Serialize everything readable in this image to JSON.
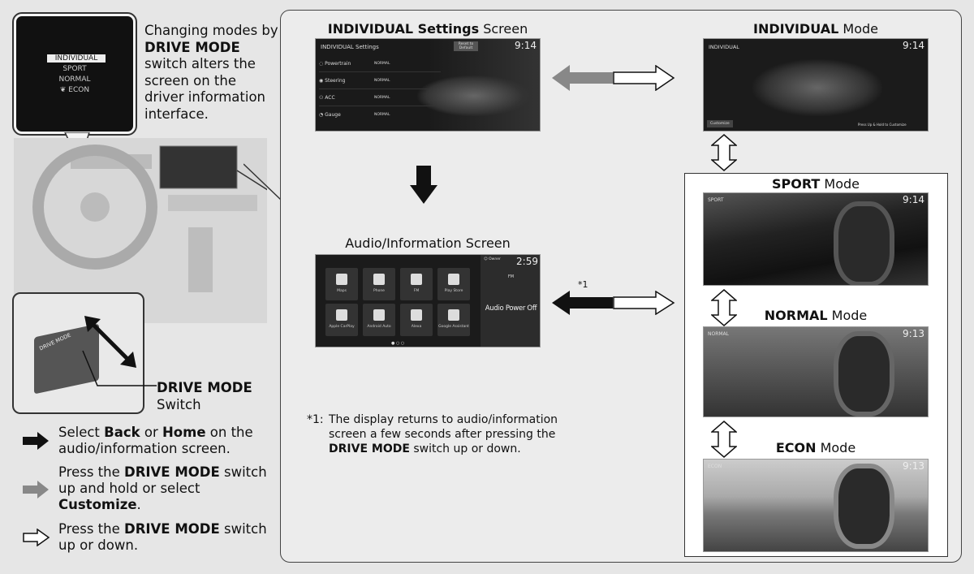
{
  "popup": {
    "items": [
      "INDIVIDUAL",
      "SPORT",
      "NORMAL",
      "ECON"
    ],
    "selected": "INDIVIDUAL"
  },
  "intro": {
    "pre": "Changing modes by ",
    "bold": "DRIVE MODE",
    "post": " switch alters the screen on the driver information interface."
  },
  "inset": {
    "switch_label": "DRIVE MODE",
    "caption_bold": "DRIVE MODE",
    "caption": "Switch"
  },
  "legend": [
    {
      "arrow": "black",
      "parts": [
        "Select ",
        "Back",
        " or ",
        "Home",
        " on the audio/information screen."
      ]
    },
    {
      "arrow": "gray",
      "parts": [
        "Press the ",
        "DRIVE MODE",
        " switch up and hold or select ",
        "Customize",
        "."
      ]
    },
    {
      "arrow": "white",
      "parts": [
        "Press the ",
        "DRIVE MODE",
        " switch up or down.",
        "",
        ""
      ]
    }
  ],
  "settings": {
    "title_bold": "INDIVIDUAL Settings",
    "title": " Screen",
    "header": "INDIVIDUAL Settings",
    "reset": "Reset to Default",
    "clock": "9:14",
    "rows": [
      {
        "label": "Powertrain",
        "value": "NORMAL"
      },
      {
        "label": "Steering",
        "value": "NORMAL"
      },
      {
        "label": "ACC",
        "value": "NORMAL"
      },
      {
        "label": "Gauge",
        "value": "NORMAL"
      }
    ]
  },
  "individual": {
    "title_bold": "INDIVIDUAL",
    "title": " Mode",
    "label": "INDIVIDUAL",
    "clock": "9:14",
    "customize": "Customize",
    "hint": "Press Up & Hold to Customize"
  },
  "audio": {
    "title": "Audio/Information Screen",
    "clock": "2:59",
    "user": "Owner",
    "band": "FM",
    "status": "Audio Power Off",
    "apps": [
      "Maps",
      "Phone",
      "FM",
      "Play Store",
      "Apple CarPlay",
      "Android Auto",
      "Alexa",
      "Google Assistant"
    ]
  },
  "note_ref": "*1",
  "modes": [
    {
      "bold": "SPORT",
      "rest": " Mode",
      "label": "SPORT",
      "clock": "9:14"
    },
    {
      "bold": "NORMAL",
      "rest": " Mode",
      "label": "NORMAL",
      "clock": "9:13"
    },
    {
      "bold": "ECON",
      "rest": " Mode",
      "label": "ECON",
      "clock": "9:13"
    }
  ],
  "footnote": {
    "ref": "*1:",
    "pre": "The display returns to audio/information screen a few seconds after pressing the ",
    "bold": "DRIVE MODE",
    "post": " switch up or down."
  }
}
